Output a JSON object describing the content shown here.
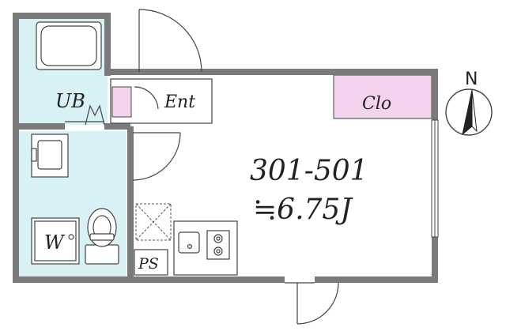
{
  "rooms": {
    "unit_bath": "UB",
    "entrance": "Ent",
    "closet": "Clo",
    "washer": "W",
    "pipe_space": "PS"
  },
  "main_room": {
    "unit_numbers": "301-501",
    "size": "≒6.75J"
  },
  "compass": {
    "north": "N"
  },
  "colors": {
    "wet_area": "#d7f1f5",
    "entrance_closet": "#f3d3ee",
    "wall": "#7a7a7a",
    "line": "#444444"
  }
}
